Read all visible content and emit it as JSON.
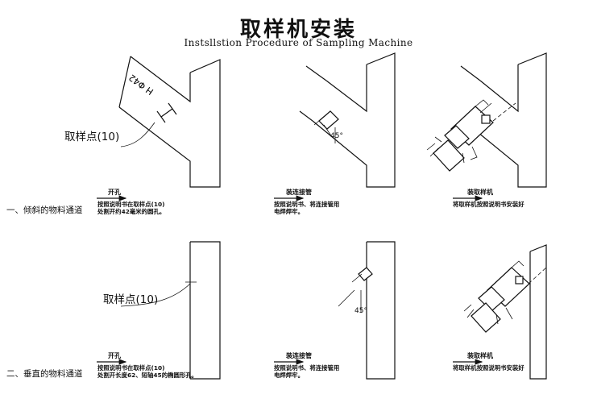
{
  "title": {
    "cn": "取样机安装",
    "en": "Instsllstion Procedure of Sampling Machine"
  },
  "rows": [
    {
      "label": "一、倾斜的物料通道",
      "point_label": "取样点(10)",
      "hole_label": "H Φ42",
      "angle_label": "45°",
      "steps": [
        {
          "title": "开孔",
          "desc": [
            "按照说明书在取样点(10)",
            "处割开约42毫米的圆孔。"
          ]
        },
        {
          "title": "装连接管",
          "desc": [
            "按照说明书、将连接管用",
            "电焊焊牢。"
          ]
        },
        {
          "title": "装取样机",
          "desc": [
            "将取样机按照说明书安装好"
          ]
        }
      ]
    },
    {
      "label": "二、垂直的物料通道",
      "point_label": "取样点(10)",
      "angle_label": "45°",
      "steps": [
        {
          "title": "开孔",
          "desc": [
            "按照说明书在取样点(10)",
            "处割开长度62、短轴45的椭圆形孔。"
          ]
        },
        {
          "title": "装连接管",
          "desc": [
            "按照说明书、将连接管用",
            "电焊焊牢。"
          ]
        },
        {
          "title": "装取样机",
          "desc": [
            "将取样机按照说明书安装好"
          ]
        }
      ]
    }
  ]
}
